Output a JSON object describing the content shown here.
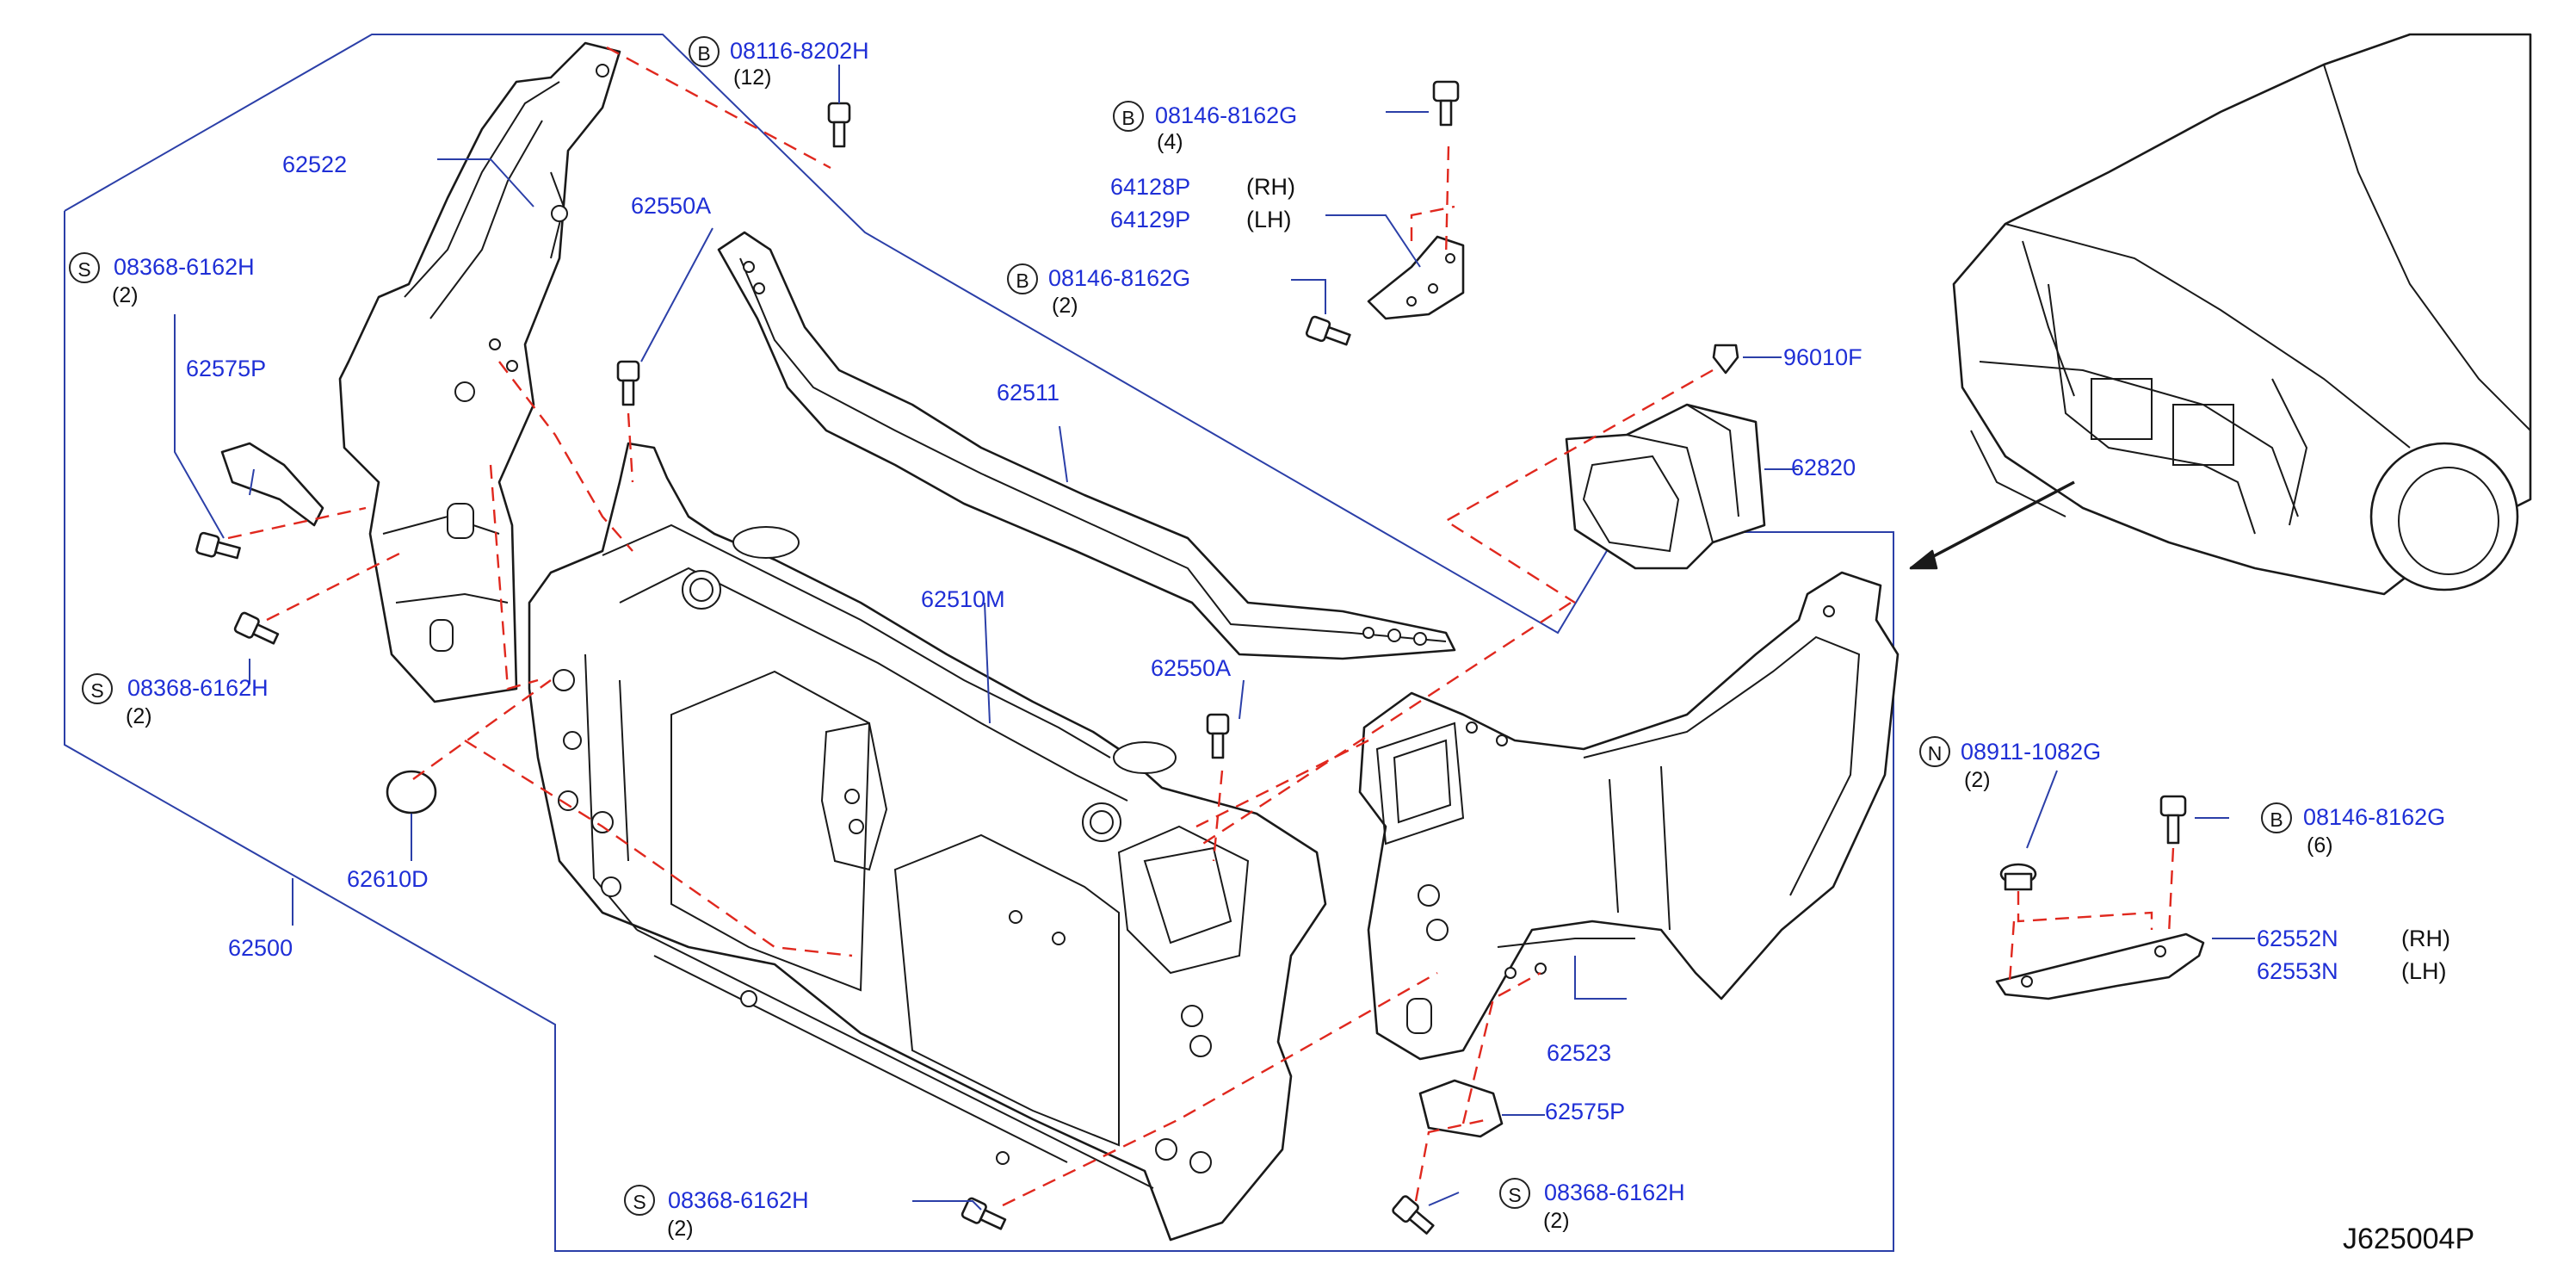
{
  "diagram_code": "J625004P",
  "callouts": [
    {
      "id": "b-08116-8202h",
      "prefix": "B",
      "number": "08116-8202H",
      "qty": "(12)"
    },
    {
      "id": "b-08146-8162g-top",
      "prefix": "B",
      "number": "08146-8162G",
      "qty": "(4)"
    },
    {
      "id": "b-08146-8162g-mid",
      "prefix": "B",
      "number": "08146-8162G",
      "qty": "(2)"
    },
    {
      "id": "b-08146-8162g-right",
      "prefix": "B",
      "number": "08146-8162G",
      "qty": "(6)"
    },
    {
      "id": "s-08368-6162h-a",
      "prefix": "S",
      "number": "08368-6162H",
      "qty": "(2)"
    },
    {
      "id": "s-08368-6162h-b",
      "prefix": "S",
      "number": "08368-6162H",
      "qty": "(2)"
    },
    {
      "id": "s-08368-6162h-c",
      "prefix": "S",
      "number": "08368-6162H",
      "qty": "(2)"
    },
    {
      "id": "s-08368-6162h-d",
      "prefix": "S",
      "number": "08368-6162H",
      "qty": "(2)"
    },
    {
      "id": "n-08911-1082g",
      "prefix": "N",
      "number": "08911-1082G",
      "qty": "(2)"
    }
  ],
  "parts": {
    "p62522": "62522",
    "p62550a_top": "62550A",
    "p62550a_mid": "62550A",
    "p62575p_left": "62575P",
    "p62575p_bottom": "62575P",
    "p62511": "62511",
    "p62510m": "62510M",
    "p62610d": "62610D",
    "p62500": "62500",
    "p62523": "62523",
    "p62820": "62820",
    "p96010f": "96010F",
    "p64128p": "64128P",
    "p64129p": "64129P",
    "p62552n": "62552N",
    "p62553n": "62553N"
  },
  "sides": {
    "rh_1": "(RH)",
    "lh_1": "(LH)",
    "rh_2": "(RH)",
    "lh_2": "(LH)"
  },
  "colors": {
    "part_number": "#1f2fd6",
    "leader_line": "#2b3fa8",
    "dashed_guide": "#e0281e",
    "outline": "#1a1a1a"
  }
}
